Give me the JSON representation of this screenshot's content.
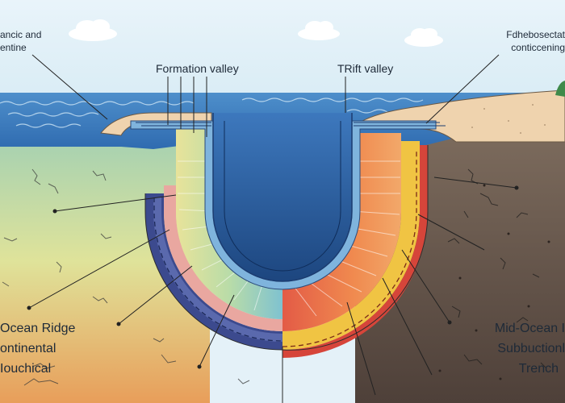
{
  "labels": {
    "top_left": [
      "ancic and",
      "entine"
    ],
    "top_right": [
      "Fdhebosectat",
      "conticcening"
    ],
    "formation_valley": "Formation valley",
    "rift_valley": "TRift valley",
    "bottom_left": [
      "Ocean Ridge",
      "ontinental",
      "Iouchical"
    ],
    "bottom_right": [
      "Mid-Ocean I",
      "Subbuctionl",
      "Trench"
    ]
  },
  "colors": {
    "sky": "#e4f1f8",
    "ocean_top": "#4e8fcb",
    "ocean_deep": "#1e4c90",
    "left_crust_top": "#bfdca6",
    "left_crust_bottom": "#e8a55a",
    "right_crust": "#5a4a42",
    "sand": "#efd3ae",
    "band_blue": "#3c4a8e",
    "band_pink": "#e9a7a0",
    "band_yellow": "#f0c443",
    "band_red": "#d8483a",
    "leader_line": "#222222"
  }
}
